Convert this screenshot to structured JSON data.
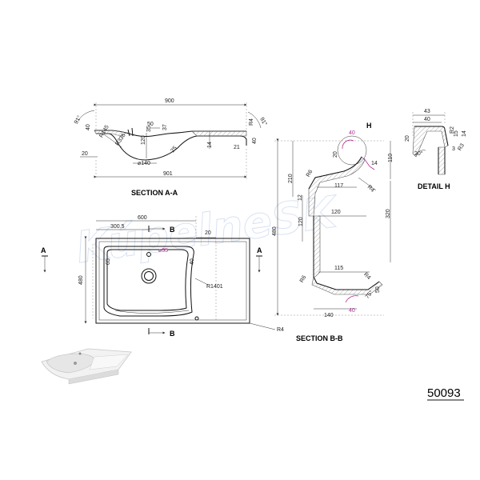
{
  "drawing_number": "50093",
  "watermark": "KúpelneSK",
  "section_aa": {
    "title": "SECTION A-A",
    "dims": {
      "width_top": "900",
      "width_bottom": "901",
      "angle_left": "91°",
      "angle_right": "91°",
      "d40_left": "40",
      "d20_left": "20",
      "r145": "R145",
      "r336": "R336",
      "d50": "50",
      "d35": "35",
      "d37": "37",
      "d120": "120",
      "d25": "25",
      "d14": "14",
      "d21": "21",
      "r4": "R4",
      "d40_right": "40",
      "dia140": "⌀140"
    }
  },
  "plan": {
    "label_600": "600",
    "label_3005": "300.5",
    "label_20": "20",
    "label_65": "65",
    "label_35": "⌀35",
    "label_40": "40",
    "label_r1401": "R1401",
    "label_480": "480",
    "label_r4": "R4",
    "arrow_a_left": "A",
    "arrow_a_right": "A",
    "arrow_b_top": "B",
    "arrow_b_bottom": "B"
  },
  "section_bb": {
    "title": "SECTION B-B",
    "detail_marker": "H",
    "dims": {
      "d210": "210",
      "d480": "480",
      "r6_top": "R6",
      "d117": "117",
      "d14": "14",
      "r4_top": "R4",
      "d40_top": "40",
      "d20": "20",
      "d110": "110",
      "d120_h": "120",
      "d120_v": "120",
      "d12": "12",
      "d320": "320",
      "d115": "115",
      "r6_bottom": "R6",
      "r4_bottom": "R4",
      "d140": "140",
      "d40_bottom": "40",
      "d75": "75°",
      "d50": "50"
    }
  },
  "detail_h": {
    "title": "DETAIL H",
    "dims": {
      "d43": "43",
      "d40": "40",
      "d20": "20",
      "r2": "R2",
      "d15": "15",
      "d14": "14",
      "d3": "3",
      "r3": "R3",
      "angle": "20°"
    }
  },
  "product_image": "ceramic furniture washbasin with left-side bowl"
}
